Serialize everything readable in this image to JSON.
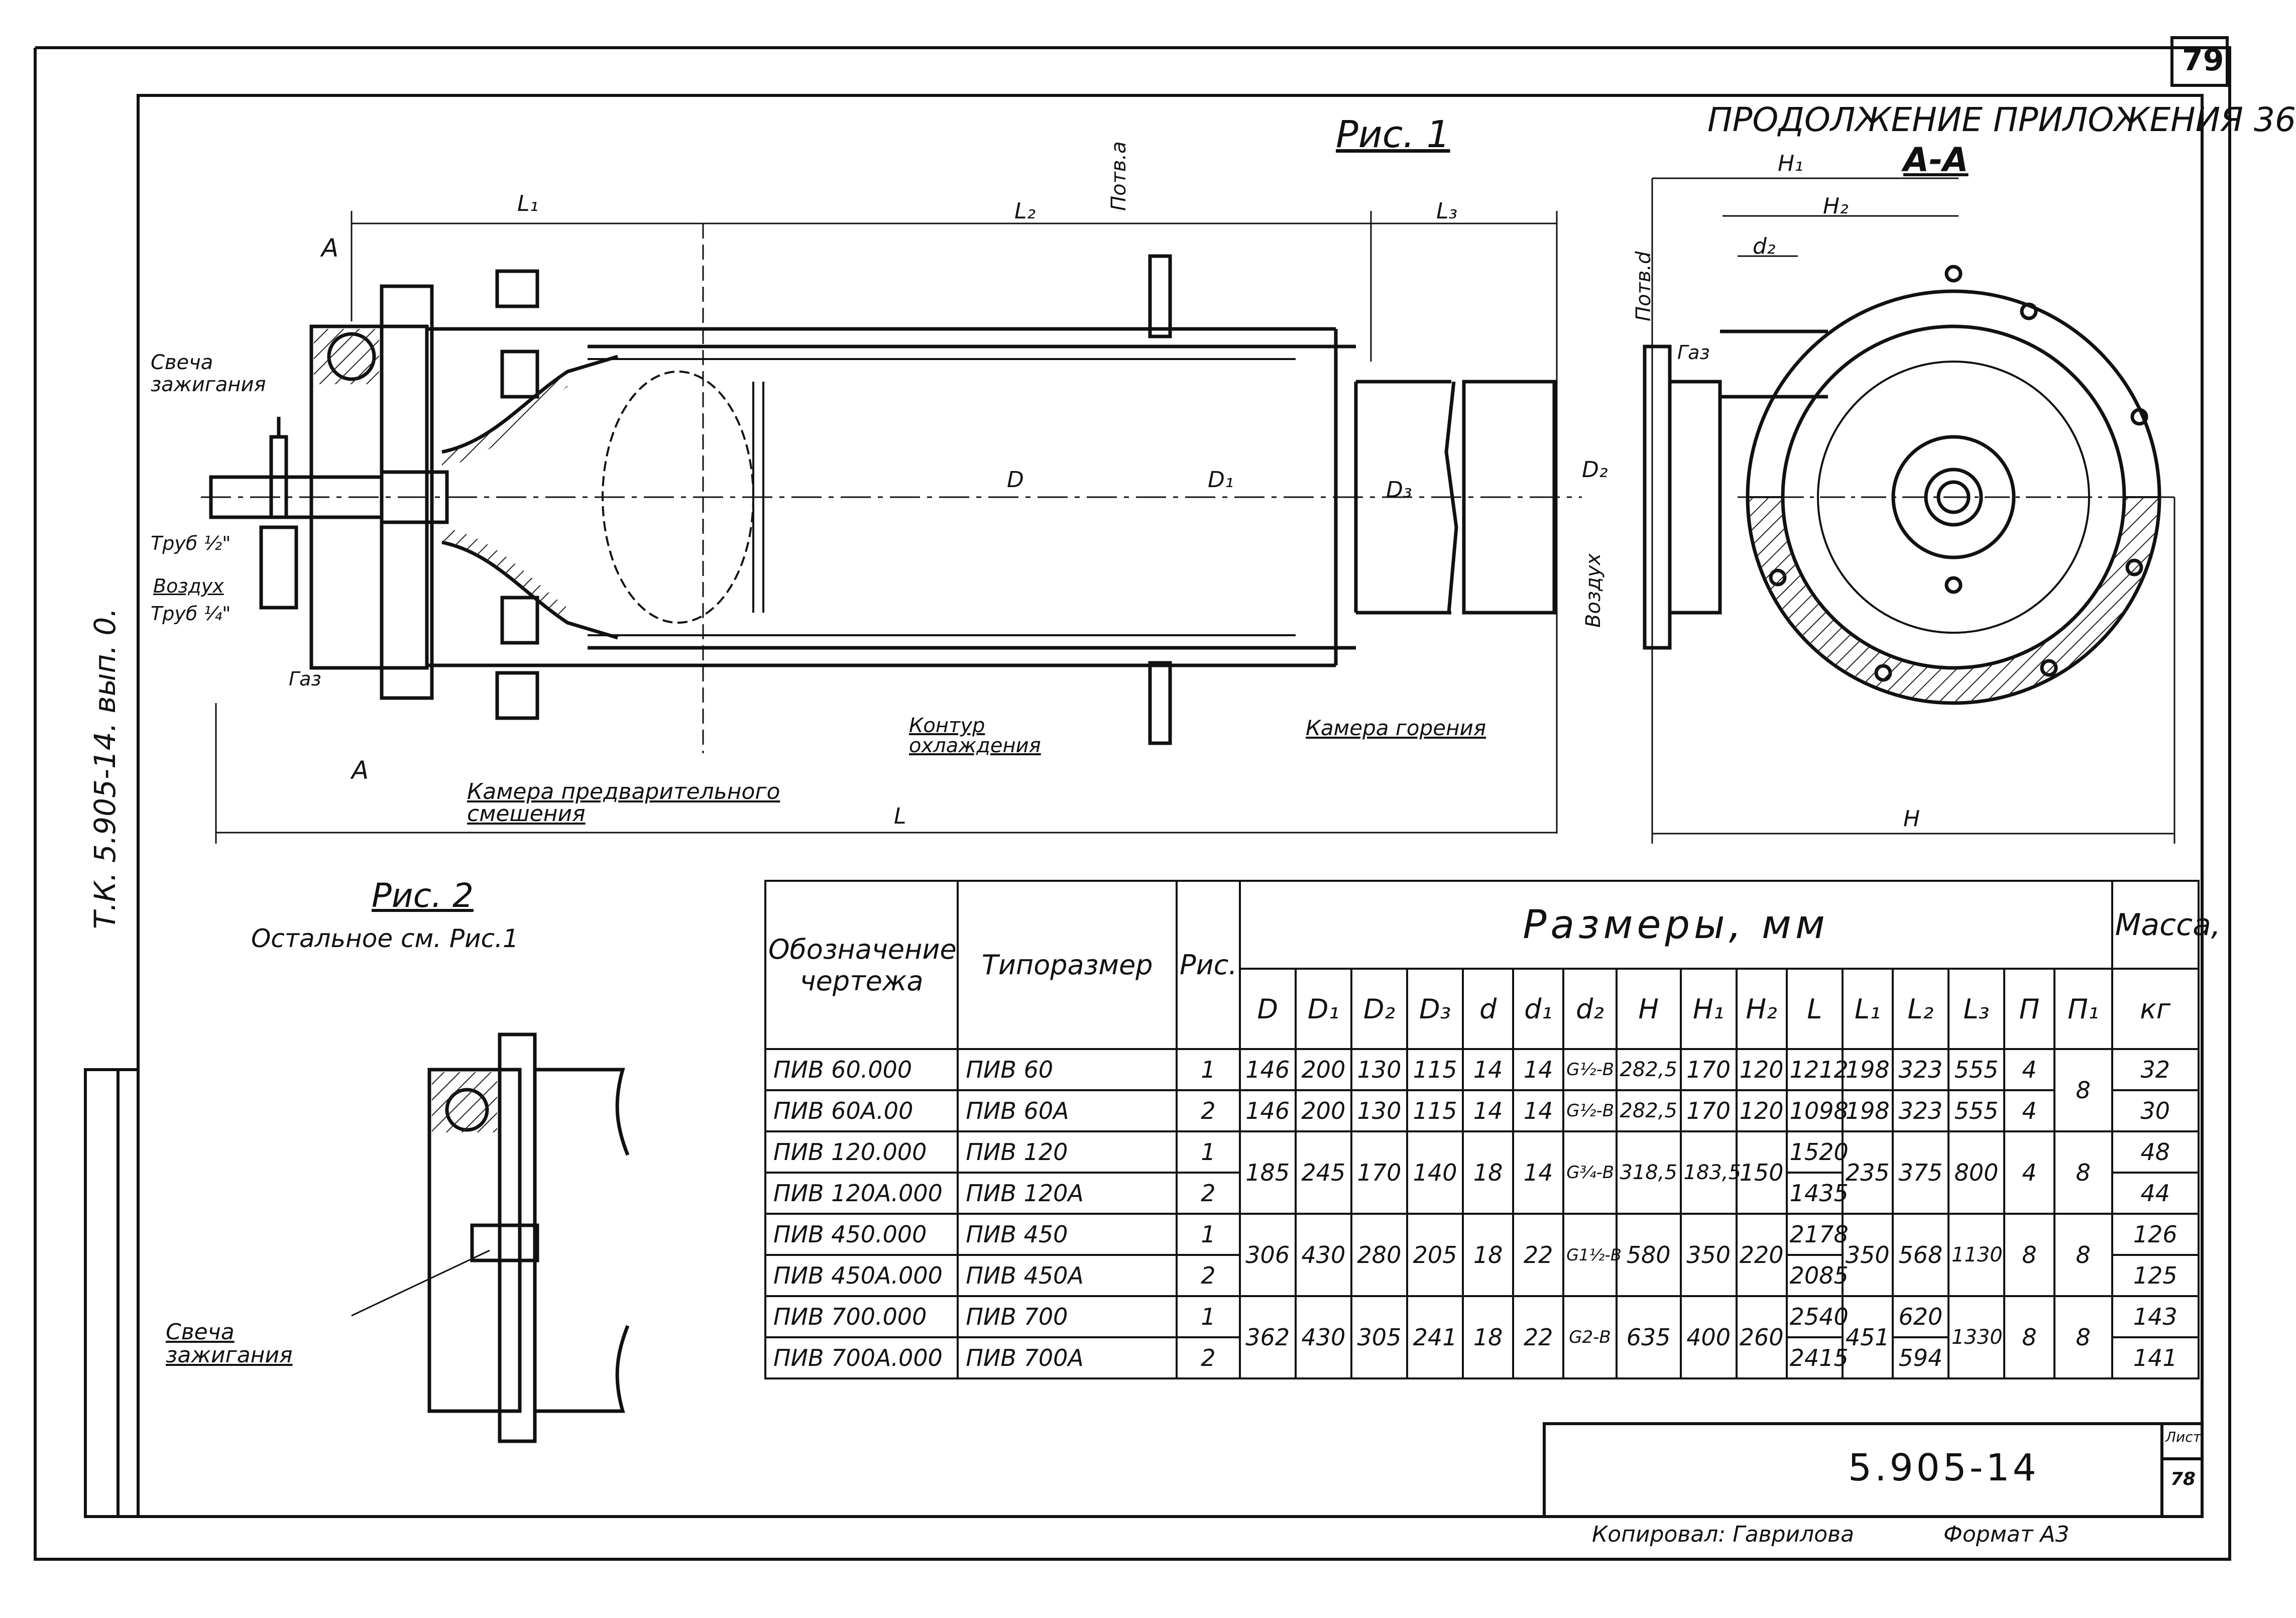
{
  "sheet": {
    "page_number": "79",
    "heading": "ПРОДОЛЖЕНИЕ ПРИЛОЖЕНИЯ 36",
    "side_text": "Т.К. 5.905-14. вып. 0.",
    "stamp_code": "5.905-14",
    "list_label": "Лист",
    "list_number": "78",
    "copied_by": "Копировал: Гаврилова",
    "format": "Формат А3"
  },
  "figure1": {
    "title": "Рис. 1",
    "section_title": "А-А",
    "section_mark": "А",
    "dims": {
      "L1": "L₁",
      "L2": "L₂",
      "L3": "L₃",
      "L": "L",
      "D": "D",
      "D1": "D₁",
      "D2": "D₂",
      "D3": "D₃",
      "H": "H",
      "H1": "H₁",
      "H2": "H₂",
      "d2": "d₂"
    },
    "labels": {
      "spark_plug": "Свеча зажигания",
      "pipe_half": "Труб ½\"",
      "air": "Воздух",
      "pipe_quarter": "Труб ¼\"",
      "gas": "Газ",
      "premix_chamber": "Камера предварительного смешения",
      "cooling_loop": "Контур охлаждения",
      "combustion_chamber": "Камера горения",
      "port_a": "Потв.а",
      "port_d": "Потв.d",
      "air_vertical": "Воздух",
      "gas_right": "Газ"
    }
  },
  "figure2": {
    "title": "Рис. 2",
    "note": "Остальное см. Рис.1",
    "label": "Свеча зажигания"
  },
  "table": {
    "headers": {
      "designation": "Обозначение чертежа",
      "type": "Типоразмер",
      "fig": "Рис.",
      "sizes": "Размеры, мм",
      "mass": "Масса,",
      "mass_unit": "кг"
    },
    "size_cols": [
      "D",
      "D₁",
      "D₂",
      "D₃",
      "d",
      "d₁",
      "d₂",
      "H",
      "H₁",
      "H₂",
      "L",
      "L₁",
      "L₂",
      "L₃",
      "П",
      "П₁"
    ],
    "rows": [
      {
        "designation": "ПИВ 60.000",
        "type": "ПИВ 60",
        "fig": "1",
        "D": "146",
        "D1": "200",
        "D2": "130",
        "D3": "115",
        "d": "14",
        "d1": "14",
        "d2": "G½-B",
        "H": "282,5",
        "H1": "170",
        "H2": "120",
        "L": "1212",
        "L1": "198",
        "L2": "323",
        "L3": "555",
        "P": "4",
        "mass": "32"
      },
      {
        "designation": "ПИВ 60А.00",
        "type": "ПИВ 60А",
        "fig": "2",
        "D": "146",
        "D1": "200",
        "D2": "130",
        "D3": "115",
        "d": "14",
        "d1": "14",
        "d2": "G½-B",
        "H": "282,5",
        "H1": "170",
        "H2": "120",
        "L": "1098",
        "L1": "198",
        "L2": "323",
        "L3": "555",
        "P": "4",
        "mass": "30"
      },
      {
        "designation": "ПИВ 120.000",
        "type": "ПИВ 120",
        "fig": "1",
        "L": "1520",
        "mass": "48"
      },
      {
        "designation": "ПИВ 120А.000",
        "type": "ПИВ 120А",
        "fig": "2",
        "L": "1435",
        "mass": "44"
      },
      {
        "designation": "ПИВ 450.000",
        "type": "ПИВ 450",
        "fig": "1",
        "L": "2178",
        "mass": "126"
      },
      {
        "designation": "ПИВ 450А.000",
        "type": "ПИВ 450А",
        "fig": "2",
        "L": "2085",
        "mass": "125"
      },
      {
        "designation": "ПИВ 700.000",
        "type": "ПИВ 700",
        "fig": "1",
        "L": "2540",
        "L2": "620",
        "mass": "143"
      },
      {
        "designation": "ПИВ 700А.000",
        "type": "ПИВ 700А",
        "fig": "2",
        "L": "2415",
        "L2": "594",
        "mass": "141"
      }
    ],
    "groups": {
      "g60_P1": "8",
      "g120": {
        "D": "185",
        "D1": "245",
        "D2": "170",
        "D3": "140",
        "d": "18",
        "d1": "14",
        "d2": "G¾-B",
        "H": "318,5",
        "H1": "183,5",
        "H2": "150",
        "L1": "235",
        "L2": "375",
        "L3": "800",
        "P": "4",
        "P1": "8"
      },
      "g450": {
        "D": "306",
        "D1": "430",
        "D2": "280",
        "D3": "205",
        "d": "18",
        "d1": "22",
        "d2": "G1½-B",
        "H": "580",
        "H1": "350",
        "H2": "220",
        "L1": "350",
        "L2": "568",
        "L3": "1130",
        "P": "8",
        "P1": "8"
      },
      "g700": {
        "D": "362",
        "D1": "430",
        "D2": "305",
        "D3": "241",
        "d": "18",
        "d1": "22",
        "d2": "G2-B",
        "H": "635",
        "H1": "400",
        "H2": "260",
        "L1": "451",
        "L3": "1330",
        "P": "8",
        "P1": "8"
      }
    }
  }
}
